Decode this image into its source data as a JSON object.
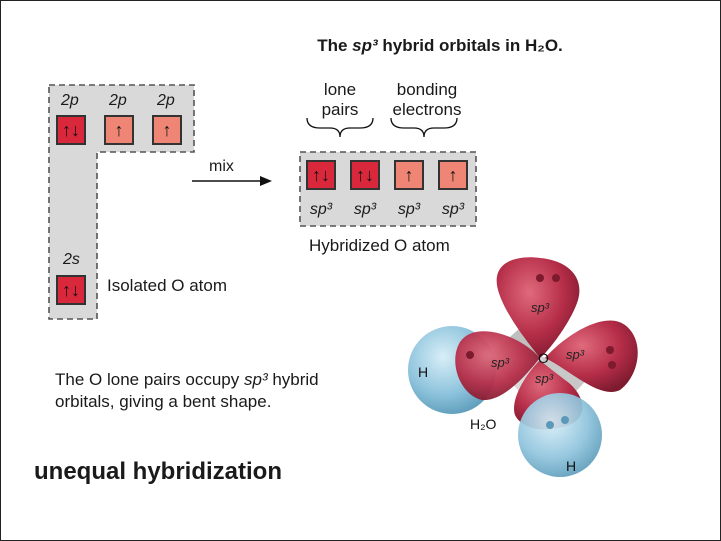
{
  "title": {
    "prefix": "The ",
    "italic": "sp³",
    "suffix": " hybrid orbitals in H₂O."
  },
  "isolated_atom": {
    "p_labels": [
      "2p",
      "2p",
      "2p"
    ],
    "p_boxes": [
      "↑↓",
      "↑",
      "↑"
    ],
    "s_label": "2s",
    "s_box": "↑↓",
    "caption": "Isolated O atom"
  },
  "arrow_label": "mix",
  "hybridized_atom": {
    "group_labels": {
      "lone": "lone\npairs",
      "bonding": "bonding\nelectrons"
    },
    "boxes": [
      "↑↓",
      "↑↓",
      "↑",
      "↑"
    ],
    "orbital_labels": [
      "sp³",
      "sp³",
      "sp³",
      "sp³"
    ],
    "caption": "Hybridized O atom"
  },
  "description": {
    "prefix": "The O lone pairs occupy ",
    "italic": "sp³",
    "suffix": " hybrid\norbitals, giving a bent shape."
  },
  "heading": "unequal hybridization",
  "molecule": {
    "center": "O",
    "hydrogens": [
      "H",
      "H"
    ],
    "formula": "H₂O",
    "orbital_labels": [
      "sp³",
      "sp³",
      "sp³",
      "sp³"
    ]
  }
}
